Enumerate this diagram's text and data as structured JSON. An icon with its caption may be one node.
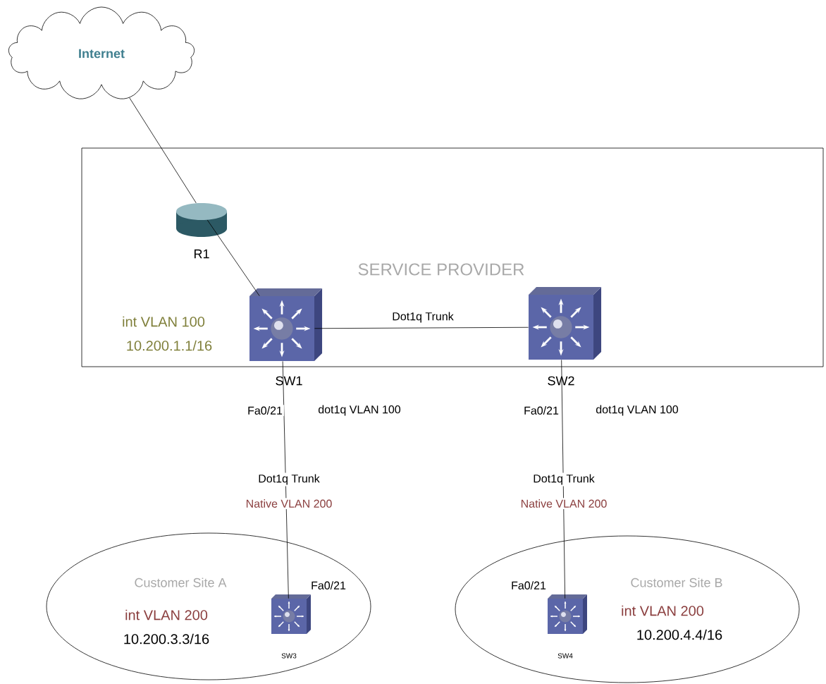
{
  "diagram": {
    "nodes": [
      {
        "text": [
          "Internet"
        ]
      },
      {
        "text": [
          "SERVICE PROVIDER"
        ]
      },
      {
        "text": [
          "R1"
        ],
        "in": 1
      },
      {
        "text": [
          "SW1"
        ],
        "in": 1,
        "beside": [
          "int VLAN 100",
          "10.200.1.1/16"
        ]
      },
      {
        "text": [
          "SW2"
        ],
        "in": 1
      },
      {
        "text": [
          "Customer Site A"
        ]
      },
      {
        "text": [
          "SW3"
        ],
        "in": 5,
        "beside": [
          "Fa0/21",
          "int VLAN 200",
          "10.200.3.3/16"
        ]
      },
      {
        "text": [
          "Customer Site B"
        ]
      },
      {
        "text": [
          "SW4"
        ],
        "in": 7,
        "beside": [
          "Fa0/21",
          "int VLAN 200",
          "10.200.4.4/16"
        ]
      }
    ],
    "edges": [
      {
        "from": 0,
        "to": 2,
        "arrow": "none"
      },
      {
        "from": 2,
        "to": 3,
        "arrow": "none"
      },
      {
        "from": 3,
        "to": 4,
        "arrow": "none",
        "label": "Dot1q Trunk"
      },
      {
        "from": 3,
        "to": 6,
        "arrow": "none",
        "label": "Dot1q Trunk"
      },
      {
        "from": 4,
        "to": 8,
        "arrow": "none",
        "label": "Dot1q Trunk"
      }
    ],
    "labels": [
      "Fa0/21",
      "dot1q VLAN 100",
      "Fa0/21",
      "dot1q VLAN 100",
      "Native VLAN 200",
      "Native VLAN 200"
    ]
  }
}
